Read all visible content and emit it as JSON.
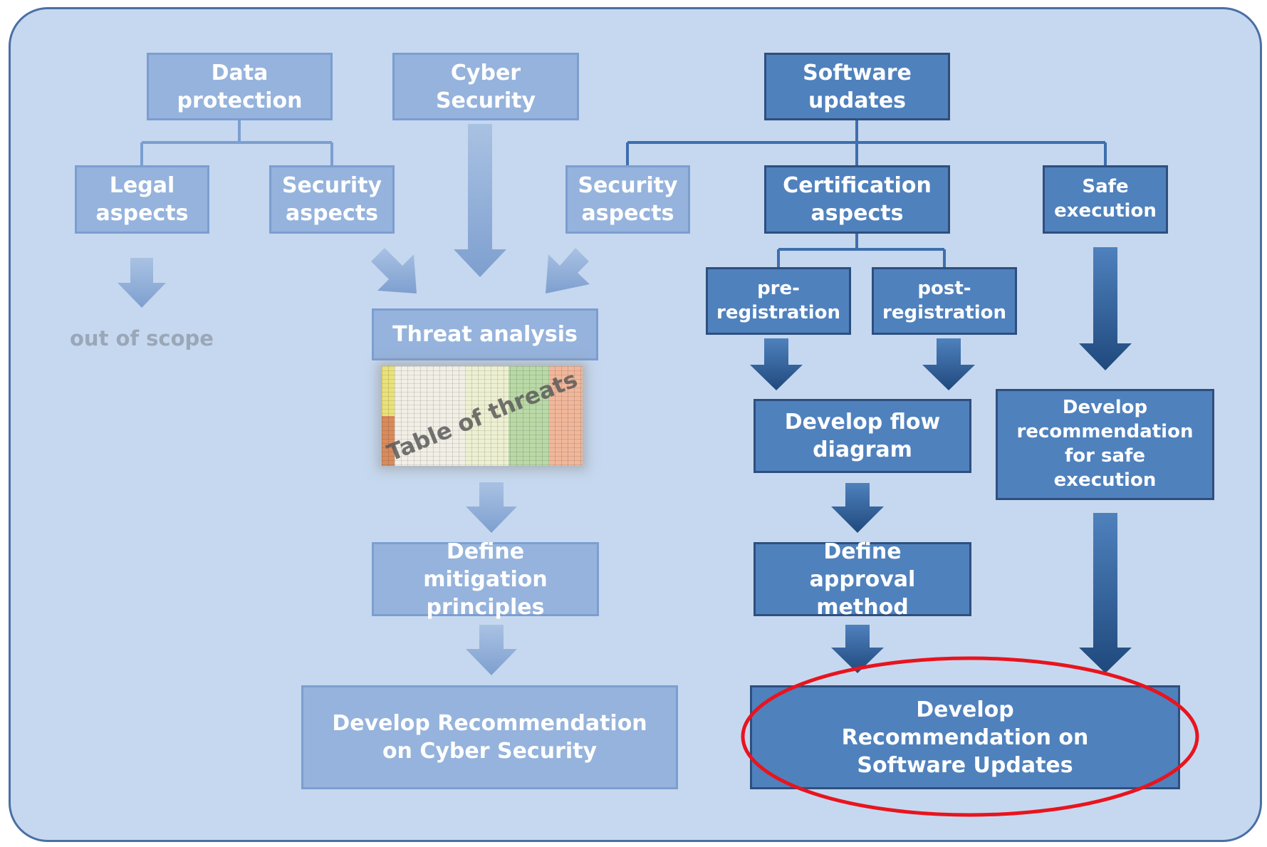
{
  "boxes": {
    "data_protection": "Data protection",
    "cyber_security": "Cyber Security",
    "software_updates": "Software updates",
    "legal_aspects": "Legal aspects",
    "security_aspects_left": "Security aspects",
    "security_aspects_mid": "Security aspects",
    "certification_aspects": "Certification aspects",
    "safe_execution": "Safe execution",
    "pre_registration": "pre-registration",
    "post_registration": "post-registration",
    "threat_analysis": "Threat analysis",
    "develop_flow_diagram": "Develop flow diagram",
    "develop_safe_execution": "Develop recommendation for safe execution",
    "define_mitigation": "Define mitigation principles",
    "define_approval": "Define approval method",
    "rec_cyber_security": "Develop Recommendation on Cyber Security",
    "rec_software_updates": "Develop Recommendation on Software Updates"
  },
  "out_of_scope": "out of scope",
  "table_label": "Table of threats",
  "colors": {
    "panel": "#c6d8ef",
    "light_box": "#95b3dc",
    "dark_box": "#4f81bd",
    "highlight_ellipse": "#e8141e"
  }
}
